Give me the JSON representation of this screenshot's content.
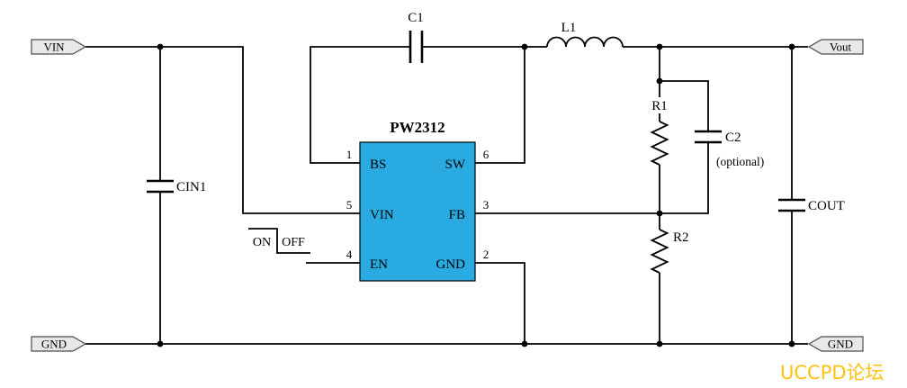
{
  "diagram": {
    "type": "schematic",
    "ic": {
      "name": "PW2312",
      "pins": [
        {
          "number": "1",
          "label": "BS"
        },
        {
          "number": "5",
          "label": "VIN"
        },
        {
          "number": "4",
          "label": "EN"
        },
        {
          "number": "6",
          "label": "SW"
        },
        {
          "number": "3",
          "label": "FB"
        },
        {
          "number": "2",
          "label": "GND"
        }
      ]
    },
    "terminals": {
      "vin": "VIN",
      "gnd_left": "GND",
      "vout": "Vout",
      "gnd_right": "GND"
    },
    "components": {
      "cin1": "CIN1",
      "c1": "C1",
      "l1": "L1",
      "r1": "R1",
      "r2": "R2",
      "c2": "C2",
      "c2_note": "(optional)",
      "cout": "COUT"
    },
    "enable_switch": {
      "on": "ON",
      "off": "OFF"
    },
    "watermark": "UCCPD论坛",
    "colors": {
      "ic_fill": "#29ABE2",
      "terminal_fill": "#E8E8E8",
      "watermark": "#FFC20E"
    }
  }
}
